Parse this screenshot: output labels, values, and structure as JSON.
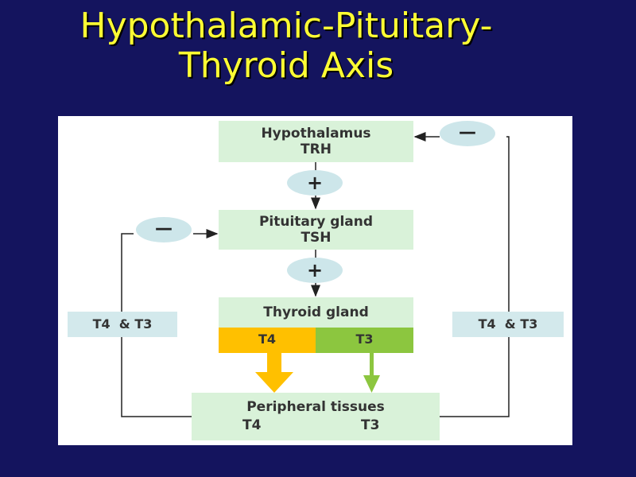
{
  "title": {
    "line1": "Hypothalamic-Pituitary-",
    "line2": "Thyroid Axis"
  },
  "diagram": {
    "hypothalamus": {
      "name": "Hypothalamus",
      "hormone": "TRH"
    },
    "pituitary": {
      "name": "Pituitary gland",
      "hormone": "TSH"
    },
    "thyroid": {
      "name": "Thyroid gland",
      "out_t4": "T4",
      "out_t3": "T3"
    },
    "peripheral": {
      "name": "Peripheral tissues",
      "from": "T4",
      "to": "T3"
    },
    "left_feedback": {
      "label": "T4  & T3",
      "sign": "—"
    },
    "right_feedback": {
      "label": "T4  & T3",
      "sign": "—"
    },
    "stimulate_1": "+",
    "stimulate_2": "+"
  },
  "colors": {
    "background": "#14145e",
    "title": "#ffff33",
    "box": "#d9f2d9",
    "t4": "#ffc000",
    "t3": "#8cc63f"
  }
}
